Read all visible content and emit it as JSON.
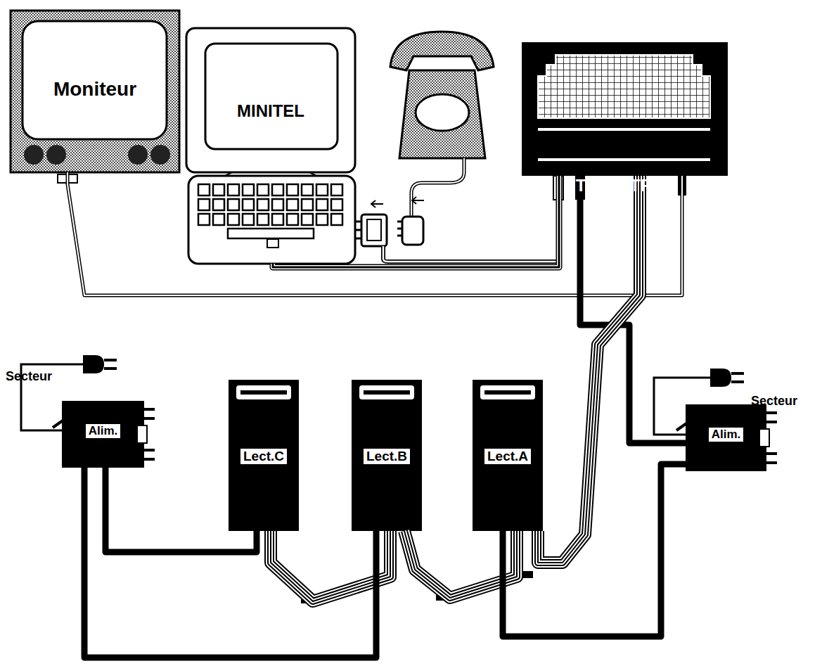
{
  "diagram": {
    "nodes": [
      {
        "text": [
          "Moniteur"
        ]
      },
      {
        "text": [
          "MINITEL"
        ]
      },
      {
        "text": [
          "TELESTRAT"
        ]
      },
      {
        "text": [
          "Alim."
        ]
      },
      {
        "text": [
          "Lect.C"
        ]
      },
      {
        "text": [
          "Lect.B"
        ]
      },
      {
        "text": [
          "Lect.A"
        ]
      },
      {
        "text": [
          "Alim."
        ]
      }
    ],
    "edges": [
      {
        "from": 0,
        "to": 2,
        "arrow": "none"
      },
      {
        "from": 1,
        "to": 2,
        "arrow": "none"
      },
      {
        "from": 2,
        "to": 7,
        "arrow": "none"
      },
      {
        "from": 2,
        "to": 6,
        "arrow": "none"
      },
      {
        "from": 6,
        "to": 5,
        "arrow": "none"
      },
      {
        "from": 5,
        "to": 4,
        "arrow": "none"
      },
      {
        "from": 3,
        "to": 4,
        "arrow": "none"
      },
      {
        "from": 3,
        "to": 5,
        "arrow": "none"
      },
      {
        "from": 7,
        "to": 6,
        "arrow": "none"
      }
    ],
    "labels": [
      "Secteur",
      "Secteur"
    ]
  }
}
